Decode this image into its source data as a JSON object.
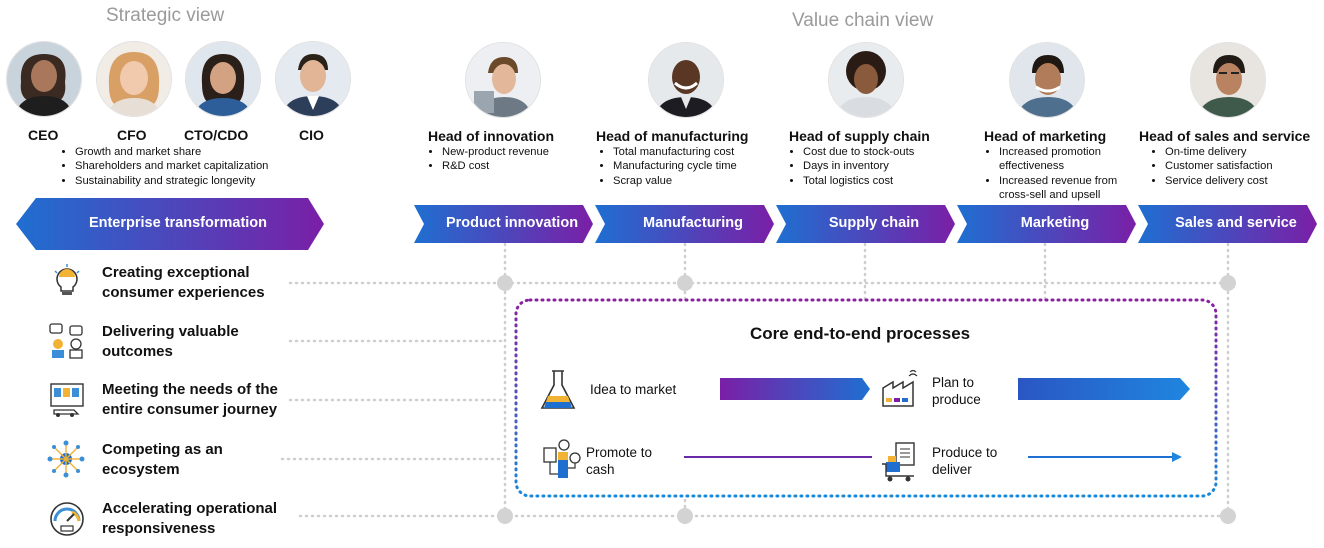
{
  "strategic_view": {
    "title": "Strategic view",
    "roles": [
      "CEO",
      "CFO",
      "CTO/CDO",
      "CIO"
    ],
    "bullets": [
      "Growth and market share",
      "Shareholders and market capitalization",
      "Sustainability and strategic longevity"
    ],
    "banner": "Enterprise transformation"
  },
  "value_chain_view": {
    "title": "Value chain view",
    "stages": [
      {
        "role": "Head of innovation",
        "bullets": [
          "New-product revenue",
          "R&D cost"
        ],
        "chevron": "Product innovation"
      },
      {
        "role": "Head of manufacturing",
        "bullets": [
          "Total manufacturing cost",
          "Manufacturing cycle time",
          "Scrap value"
        ],
        "chevron": "Manufacturing"
      },
      {
        "role": "Head of supply chain",
        "bullets": [
          "Cost due to stock-outs",
          "Days in inventory",
          "Total logistics cost"
        ],
        "chevron": "Supply chain"
      },
      {
        "role": "Head of marketing",
        "bullets": [
          "Increased promotion effectiveness",
          "Increased revenue from cross-sell and upsell"
        ],
        "chevron": "Marketing"
      },
      {
        "role": "Head of sales and service",
        "bullets": [
          "On-time delivery",
          "Customer satisfaction",
          "Service delivery cost"
        ],
        "chevron": "Sales and service"
      }
    ]
  },
  "capabilities": [
    {
      "label": "Creating exceptional consumer experiences",
      "icon": "lightbulb-icon"
    },
    {
      "label": "Delivering valuable outcomes",
      "icon": "people-outcomes-icon"
    },
    {
      "label": "Meeting the needs of the entire consumer journey",
      "icon": "store-journey-icon"
    },
    {
      "label": "Competing as an ecosystem",
      "icon": "ecosystem-network-icon"
    },
    {
      "label": "Accelerating operational responsiveness",
      "icon": "speedometer-icon"
    }
  ],
  "core_processes": {
    "title": "Core end-to-end processes",
    "items": [
      {
        "label": "Idea to market",
        "icon": "flask-icon"
      },
      {
        "label": "Plan to produce",
        "icon": "factory-icon"
      },
      {
        "label": "Promote to cash",
        "icon": "promote-cash-icon"
      },
      {
        "label": "Produce to deliver",
        "icon": "delivery-cart-icon"
      }
    ]
  },
  "colors": {
    "blue": "#1f6fd1",
    "purple": "#7a1fa6",
    "grid_gray": "#cfcfcf",
    "title_gray": "#9a9a9a"
  }
}
